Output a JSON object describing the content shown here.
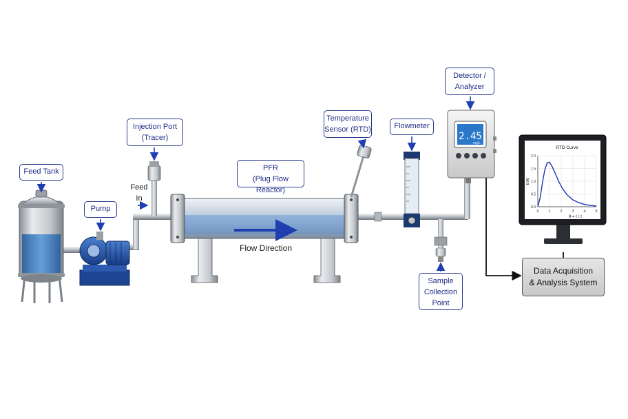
{
  "labels": {
    "feed_tank": "Feed Tank",
    "pump": "Pump",
    "injection_port": "Injection Port\n(Tracer)",
    "feed_in": "Feed\nIn",
    "pfr": "PFR\n(Plug Flow Reactor)",
    "flow_direction": "Flow Direction",
    "temperature_sensor": "Temperature\nSensor (RTD)",
    "flowmeter": "Flowmeter",
    "detector": "Detector /\nAnalyzer",
    "sample_point": "Sample\nCollection\nPoint",
    "das": "Data Acquisition\n& Analysis System"
  },
  "detector_display": {
    "value": "2.45",
    "unit": "mg/L"
  },
  "monitor_chart": {
    "title": "RTD Curve",
    "ylabel": "E(θ)",
    "xlabel": "θ = t / τ",
    "x_ticks": [
      "0",
      "1",
      "2",
      "3",
      "4",
      "5"
    ],
    "y_ticks": [
      "0.0",
      "0.5",
      "1.0",
      "1.5",
      "2.0"
    ]
  },
  "chart_data": {
    "type": "line",
    "title": "RTD Curve",
    "xlabel": "θ = t / τ",
    "ylabel": "E(θ)",
    "xlim": [
      0,
      5
    ],
    "ylim": [
      0,
      2.0
    ],
    "x_ticks": [
      0,
      1,
      2,
      3,
      4,
      5
    ],
    "y_ticks": [
      0.0,
      0.5,
      1.0,
      1.5,
      2.0
    ],
    "grid": true,
    "series": [
      {
        "x": [
          0,
          0.2,
          0.4,
          0.6,
          0.8,
          1.0,
          1.2,
          1.5,
          1.8,
          2.1,
          2.5,
          3.0,
          3.5,
          4.0,
          4.5,
          5.0
        ],
        "y": [
          0.0,
          0.35,
          0.95,
          1.45,
          1.72,
          1.75,
          1.6,
          1.3,
          0.98,
          0.72,
          0.47,
          0.27,
          0.16,
          0.09,
          0.05,
          0.03
        ]
      }
    ]
  },
  "colors": {
    "callout_border": "#2b3a8f",
    "arrow": "#1f3fb0",
    "liquid": "#3e7fc6",
    "curve": "#1e34b4"
  }
}
